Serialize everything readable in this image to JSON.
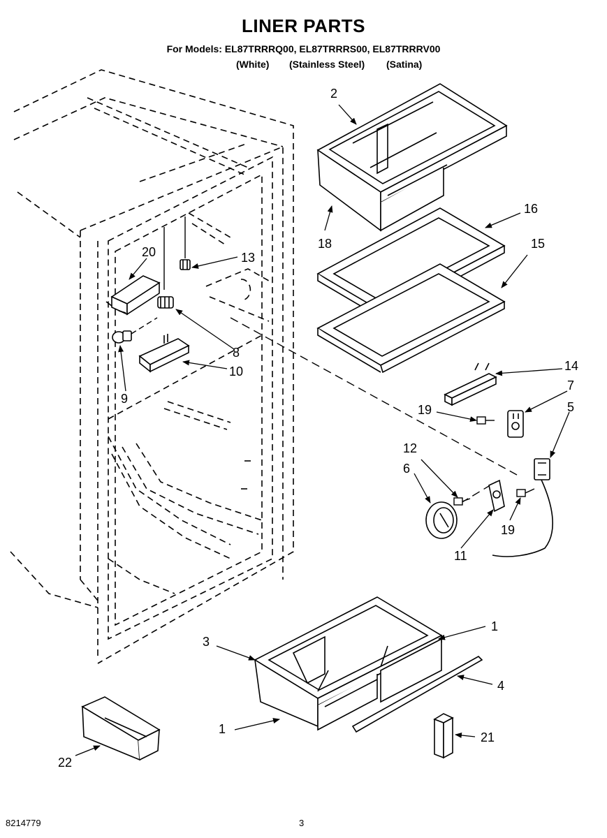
{
  "header": {
    "title": "LINER PARTS",
    "models": "For Models: EL87TRRRQ00, EL87TRRRS00, EL87TRRRV00",
    "finishes": [
      "(White)",
      "(Stainless Steel)",
      "(Satina)"
    ]
  },
  "callouts": [
    "2",
    "18",
    "16",
    "15",
    "20",
    "13",
    "8",
    "10",
    "9",
    "14",
    "7",
    "19",
    "5",
    "12",
    "6",
    "19",
    "11",
    "1",
    "3",
    "4",
    "1",
    "21",
    "22"
  ],
  "footer": {
    "doc_number": "8214779",
    "page": "3"
  }
}
